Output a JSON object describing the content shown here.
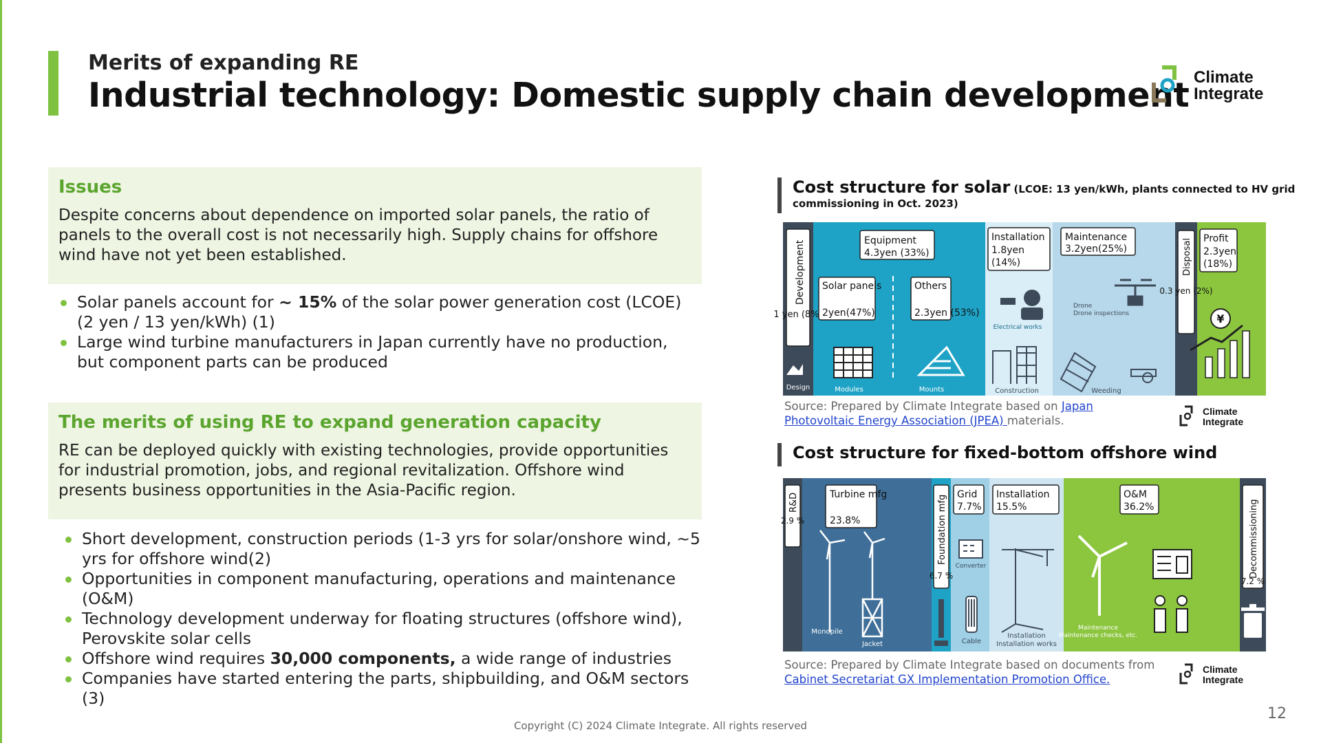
{
  "header": {
    "subtitle": "Merits of expanding RE",
    "title": "Industrial technology: Domestic supply chain development",
    "logo_line1": "Climate",
    "logo_line2": "Integrate"
  },
  "issues": {
    "heading": "Issues",
    "body": "Despite concerns about dependence on imported solar panels, the ratio of panels to the overall cost is not necessarily high. Supply chains for offshore wind have not yet been established.",
    "bullets": [
      {
        "pre": "Solar panels account for ",
        "bold": "~ 15%",
        "post": " of the solar power generation cost (LCOE) (2 yen / 13 yen/kWh) (1)"
      },
      {
        "pre": "Large wind turbine manufacturers in Japan currently have no production, but component parts can be produced",
        "bold": "",
        "post": ""
      }
    ]
  },
  "merits": {
    "heading": "The merits of using RE to expand generation capacity",
    "body": "RE can be deployed quickly with existing technologies, provide opportunities for industrial promotion, jobs, and regional revitalization. Offshore wind presents business opportunities in the Asia-Pacific region.",
    "bullets": [
      {
        "pre": "Short development, construction periods (1-3 yrs for solar/onshore wind, ~5 yrs for offshore wind(2)",
        "bold": "",
        "post": ""
      },
      {
        "pre": "Opportunities in component manufacturing, operations and maintenance (O&M)",
        "bold": "",
        "post": ""
      },
      {
        "pre": "Technology development underway for floating structures (offshore wind), Perovskite solar cells",
        "bold": "",
        "post": ""
      },
      {
        "pre": "Offshore wind requires ",
        "bold": "30,000 components,",
        "post": " a wide range of industries"
      },
      {
        "pre": "Companies have started entering the parts, shipbuilding, and O&M sectors (3)",
        "bold": "",
        "post": ""
      }
    ]
  },
  "solar": {
    "title": "Cost structure for solar",
    "title_note": "(LCOE: 13 yen/kWh, plants connected to HV grid",
    "title_note2": "commissioning in Oct. 2023)",
    "source_pre": "Source: Prepared by Climate Integrate based on ",
    "source_link": "Japan Photovoltaic Energy Association (JPEA) ",
    "source_post": "materials.",
    "seg_development": "Development",
    "val_development": "1 yen (8%)",
    "equipment_label": "Equipment",
    "equipment_value": "4.3yen (33%)",
    "panels_label": "Solar panels",
    "panels_value": "2yen(47%)",
    "others_label": "Others",
    "others_value": "2.3yen (53%)",
    "install_label": "Installation",
    "install_value1": "1.8yen",
    "install_value2": "(14%)",
    "maint_label": "Maintenance",
    "maint_value": "3.2yen(25%)",
    "disposal_label": "Disposal",
    "disposal_value": "0.3 yen (2%)",
    "profit_label": "Profit",
    "profit_value1": "2.3yen",
    "profit_value2": "(18%)",
    "cap_design": "Design",
    "cap_modules": "Modules",
    "cap_mounts": "Mounts",
    "cap_electrical": "Electrical works",
    "cap_construction": "Construction",
    "cap_drone": "Drone inspections",
    "cap_weeding": "Weeding",
    "yen_symbol": "¥"
  },
  "wind": {
    "title": "Cost structure for fixed-bottom offshore wind",
    "source_pre": "Source: Prepared by Climate Integrate based on documents from",
    "source_link": "Cabinet Secretariat GX Implementation Promotion Office.",
    "rd_label": "R&D",
    "rd_value": "2.9 %",
    "turbine_label": "Turbine mfg",
    "turbine_value": "23.8%",
    "foundation_label": "Foundation mfg",
    "foundation_value": "6.7 %",
    "grid_label": "Grid",
    "grid_value": "7.7%",
    "install_label": "Installation",
    "install_value": "15.5%",
    "om_label": "O&M",
    "om_value": "36.2%",
    "decom_label": "Decommissioning",
    "decom_value": "7.2 %",
    "cap_monopile": "Monopile",
    "cap_jacket": "Jacket",
    "cap_converter": "Converter",
    "cap_cable": "Cable",
    "cap_install": "Installation works",
    "cap_maint": "Maintenance checks, etc."
  },
  "footer": {
    "copyright": "Copyright (C) 2024 Climate Integrate. All rights reserved",
    "page": "12"
  },
  "colors": {
    "accent": "#7fc241",
    "teal": "#1ea3c6",
    "lightblue": "#b7d8ea",
    "navy": "#3d4a5a",
    "steel": "#3f6f99",
    "link": "#2244cc"
  }
}
